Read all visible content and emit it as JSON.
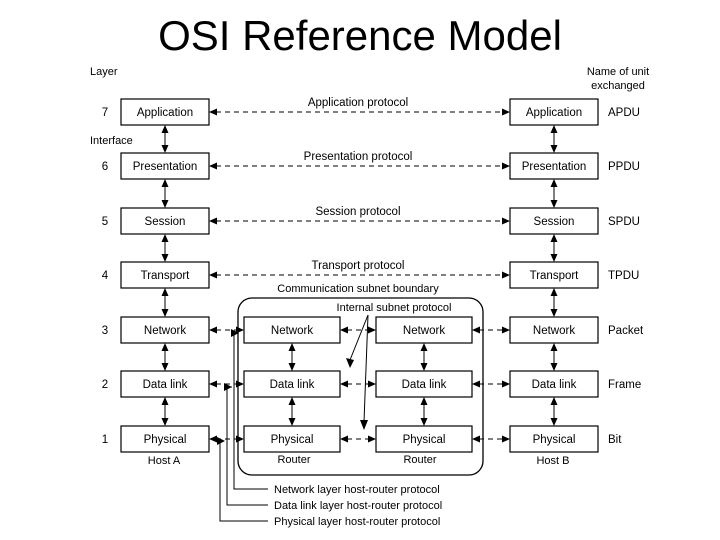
{
  "title": "OSI Reference Model",
  "headers": {
    "layer": "Layer",
    "unit_line1": "Name of unit",
    "unit_line2": "exchanged",
    "interface": "Interface"
  },
  "layers": [
    {
      "number": "7",
      "name": "Application",
      "protocol": "Application protocol",
      "unit": "APDU"
    },
    {
      "number": "6",
      "name": "Presentation",
      "protocol": "Presentation protocol",
      "unit": "PPDU"
    },
    {
      "number": "5",
      "name": "Session",
      "protocol": "Session protocol",
      "unit": "SPDU"
    },
    {
      "number": "4",
      "name": "Transport",
      "protocol": "Transport protocol",
      "unit": "TPDU"
    },
    {
      "number": "3",
      "name": "Network",
      "unit": "Packet"
    },
    {
      "number": "2",
      "name": "Data link",
      "unit": "Frame"
    },
    {
      "number": "1",
      "name": "Physical",
      "unit": "Bit"
    }
  ],
  "subnet": {
    "boundary_label": "Communication subnet boundary",
    "internal_protocol": "Internal subnet protocol",
    "router_layers": [
      "Network",
      "Data link",
      "Physical"
    ]
  },
  "hosts": {
    "a": "Host A",
    "b": "Host B",
    "router": "Router"
  },
  "legend": [
    "Network layer host-router protocol",
    "Data link layer host-router protocol",
    "Physical layer host-router protocol"
  ]
}
